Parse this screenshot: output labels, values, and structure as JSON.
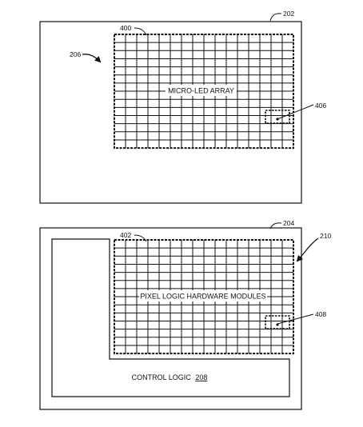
{
  "top_figure": {
    "outer_ref": "202",
    "array_ref": "400",
    "pointer_ref": "206",
    "array_label": "MICRO-LED ARRAY",
    "pixel_ref": "406"
  },
  "bottom_figure": {
    "outer_ref": "204",
    "array_ref": "402",
    "region_ref": "210",
    "array_label": "PIXEL LOGIC HARDWARE MODULES",
    "pixel_ref": "408",
    "control_logic_label": "CONTROL LOGIC",
    "control_logic_ref": "208"
  },
  "colors": {
    "line": "#111111",
    "background": "#ffffff"
  }
}
